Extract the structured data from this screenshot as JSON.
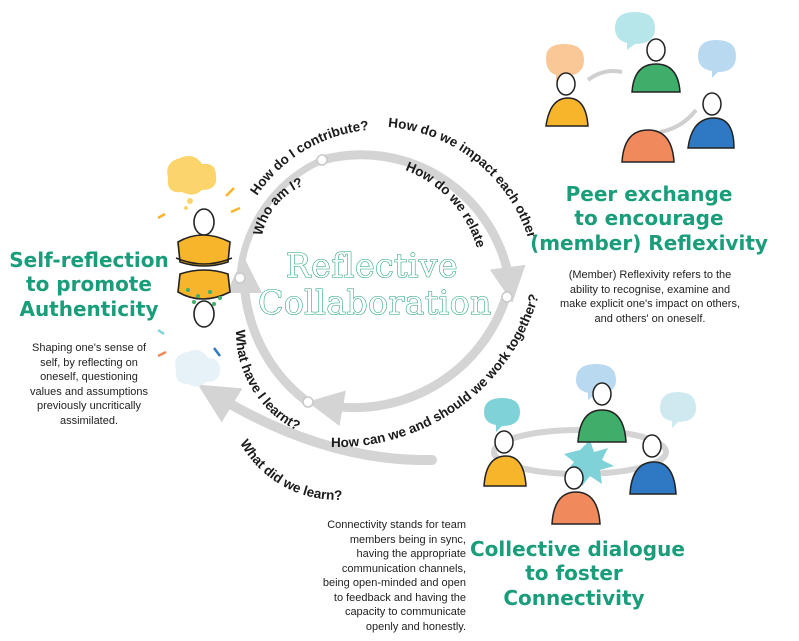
{
  "center": {
    "line1": "Reflective",
    "line2": "Collaboration"
  },
  "questions": {
    "who_am_i": "Who am I?",
    "how_contribute": "How do I contribute?",
    "how_impact": "How do we impact each other?",
    "how_relate": "How do we relate?",
    "how_work_together": "How can we and should we work together?",
    "what_learnt": "What have I learnt?",
    "what_did_we_learn": "What did we learn?"
  },
  "self_reflection": {
    "heading": [
      "Self-reflection",
      "to promote",
      "Authenticity"
    ],
    "description": [
      "Shaping one's sense of",
      "self, by reflecting on",
      "oneself,  questioning",
      "values and assumptions",
      "previously uncritically",
      "assimilated."
    ]
  },
  "peer_exchange": {
    "heading": [
      "Peer exchange",
      "to encourage",
      "(member) Reflexivity"
    ],
    "description": [
      "(Member) Reflexivity refers to the",
      "ability to recognise, examine and",
      "make explicit one's impact on others,",
      "and others' on oneself."
    ]
  },
  "collective_dialogue": {
    "heading": [
      "Collective dialogue",
      "to foster",
      "Connectivity"
    ],
    "description": [
      "Connectivity stands for team",
      "members being in sync,",
      "having the appropriate",
      "communication channels,",
      "being open-minded and open",
      "to feedback and having the",
      "capacity to communicate",
      "openly and honestly."
    ]
  },
  "colors": {
    "accent": "#1a9d7a",
    "arrow": "#d4d4d4",
    "yellow": "#f7b52c",
    "orange": "#f08a5d",
    "blue": "#2f78c4",
    "green": "#3fae6a",
    "bubble_blue": "#b9d9f0",
    "bubble_orange": "#f9c896",
    "bubble_yellow": "#fbd56b",
    "bubble_teal": "#7fd3d8"
  }
}
